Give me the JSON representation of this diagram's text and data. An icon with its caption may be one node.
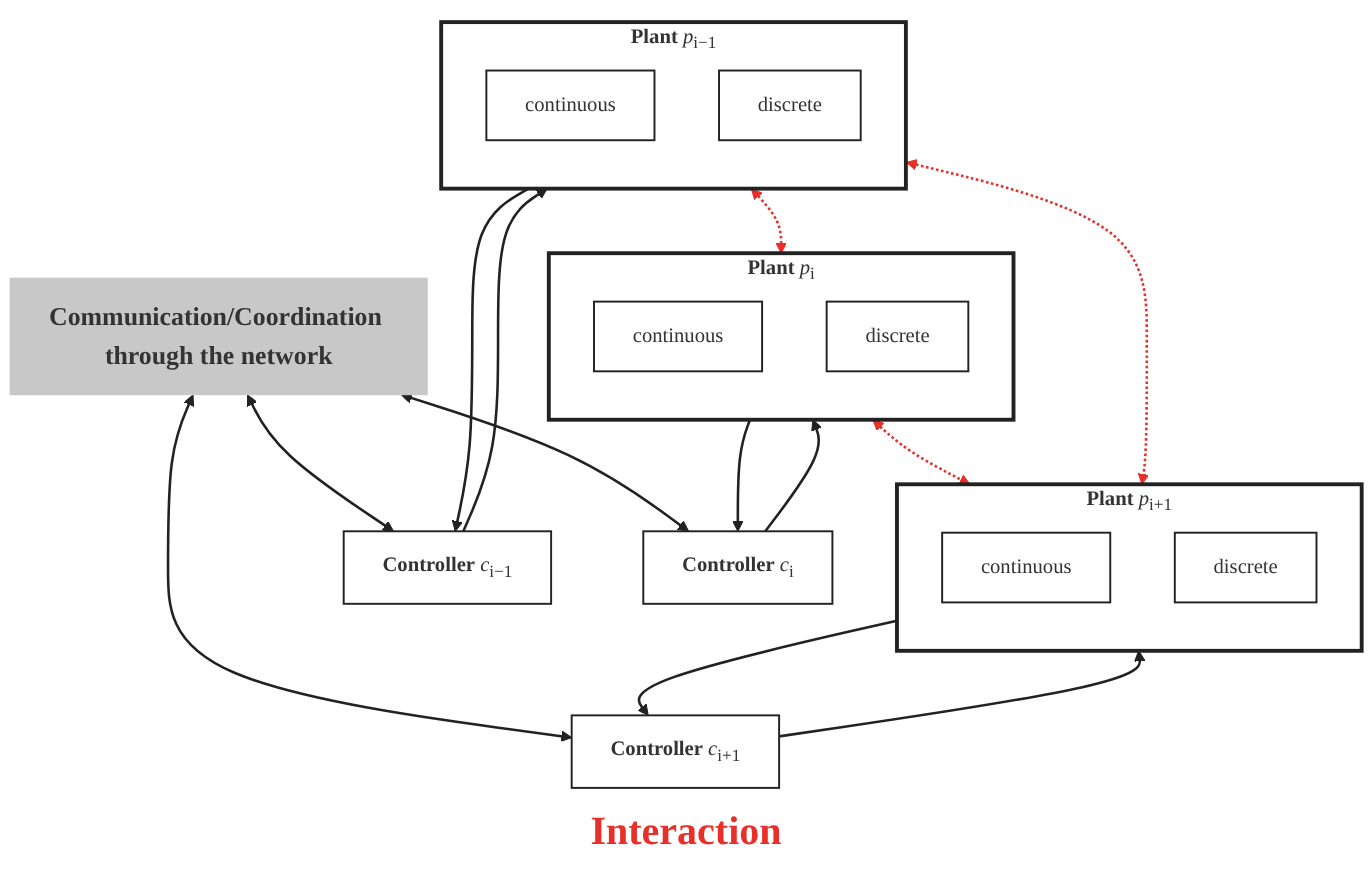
{
  "diagram": {
    "nodes": [
      {
        "text": [
          "Communication/Coordination through the network"
        ]
      },
      {
        "text": [
          "**Controller** *c*$_{i−1}$"
        ]
      },
      {
        "text": [
          "**Controller** *c*$_{i}$"
        ]
      },
      {
        "text": [
          "**Controller** *c*$_{i+1}$"
        ]
      },
      {
        "text": [
          "**Plant** *p*$_{i−1}$"
        ]
      },
      {
        "text": [
          "continuous"
        ],
        "in": 4
      },
      {
        "text": [
          "discrete"
        ],
        "in": 4
      },
      {
        "text": [
          "**Plant** *p*$_{i}$"
        ]
      },
      {
        "text": [
          "continuous"
        ],
        "in": 7
      },
      {
        "text": [
          "discrete"
        ],
        "in": 7
      },
      {
        "text": [
          "**Plant** *p*$_{i+1}$"
        ]
      },
      {
        "text": [
          "continuous"
        ],
        "in": 10
      },
      {
        "text": [
          "discrete"
        ],
        "in": 10
      }
    ],
    "edges": [
      {
        "from": 0,
        "to": 1,
        "arrow": "both"
      },
      {
        "from": 0,
        "to": 2,
        "arrow": "both"
      },
      {
        "from": 0,
        "to": 3,
        "arrow": "both"
      },
      {
        "from": 1,
        "to": 4,
        "arrow": "to"
      },
      {
        "from": 4,
        "to": 1,
        "arrow": "to"
      },
      {
        "from": 2,
        "to": 7,
        "arrow": "to"
      },
      {
        "from": 7,
        "to": 2,
        "arrow": "to"
      },
      {
        "from": 3,
        "to": 10,
        "arrow": "to"
      },
      {
        "from": 10,
        "to": 3,
        "arrow": "to"
      },
      {
        "from": 4,
        "to": 7,
        "arrow": "both",
        "style": "dashed",
        "color": "#e8302a"
      },
      {
        "from": 7,
        "to": 10,
        "arrow": "both",
        "style": "dashed",
        "color": "#e8302a"
      },
      {
        "from": 4,
        "to": 10,
        "arrow": "both",
        "style": "dashed",
        "color": "#e8302a"
      }
    ],
    "labels": [
      "Interaction"
    ]
  }
}
